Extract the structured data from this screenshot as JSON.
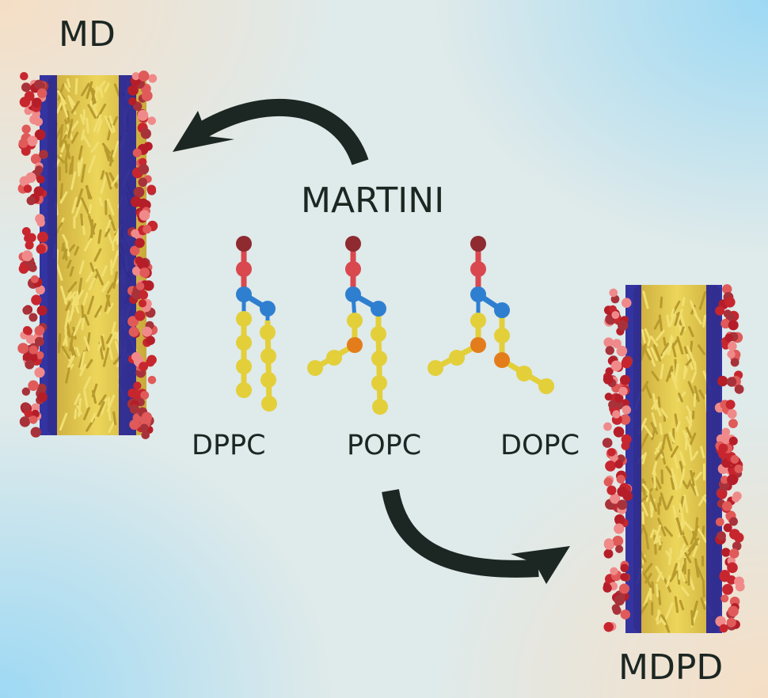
{
  "labels": {
    "md": "MD",
    "martini": "MARTINI",
    "mdpd": "MDPD",
    "dppc": "DPPC",
    "popc": "POPC",
    "dopc": "DOPC"
  },
  "colors": {
    "head_dark": "#8e2a30",
    "head_red": "#d9484f",
    "glycerol_blue": "#2f7fd0",
    "tail_yellow": "#e3cf3a",
    "unsaturated_orange": "#e37d1c",
    "membrane_phosphate": "#1f1f9e",
    "membrane_tail": "#d8bd45",
    "arrow": "#1c2622"
  },
  "icons": {
    "cycle_arrow_top": "curved-arrow-left",
    "cycle_arrow_bottom": "curved-arrow-right"
  }
}
